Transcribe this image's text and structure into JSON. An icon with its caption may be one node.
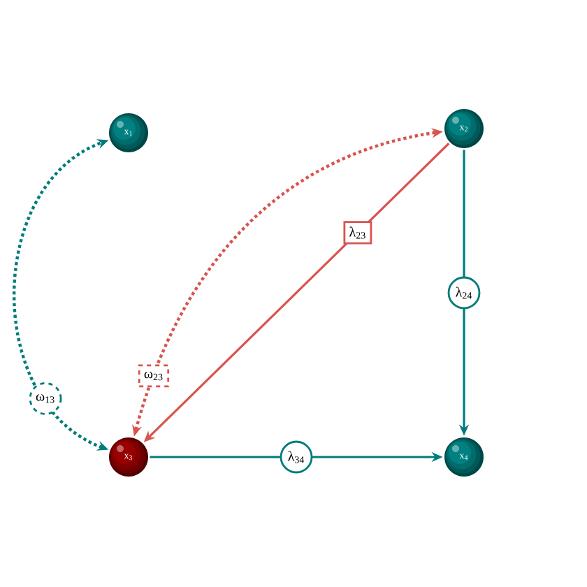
{
  "diagram": {
    "nodes": [
      {
        "text": [
          "x$_{1}$"
        ]
      },
      {
        "text": [
          "x$_{2}$"
        ]
      },
      {
        "text": [
          "x$_{3}$"
        ]
      },
      {
        "text": [
          "x$_{4}$"
        ]
      }
    ],
    "edges": [
      {
        "from": 2,
        "to": 0,
        "arrow": "both",
        "style": "dashed",
        "label": "ω$_{13}$"
      },
      {
        "from": 2,
        "to": 1,
        "arrow": "both",
        "style": "dashed",
        "color": "#d9534f",
        "label": "ω$_{23}$"
      },
      {
        "from": 1,
        "to": 2,
        "arrow": "to",
        "color": "#d9534f",
        "label": "λ$_{23}$"
      },
      {
        "from": 1,
        "to": 3,
        "arrow": "to",
        "label": "λ$_{24}$"
      },
      {
        "from": 2,
        "to": 3,
        "arrow": "to",
        "label": "λ$_{34}$"
      }
    ]
  }
}
